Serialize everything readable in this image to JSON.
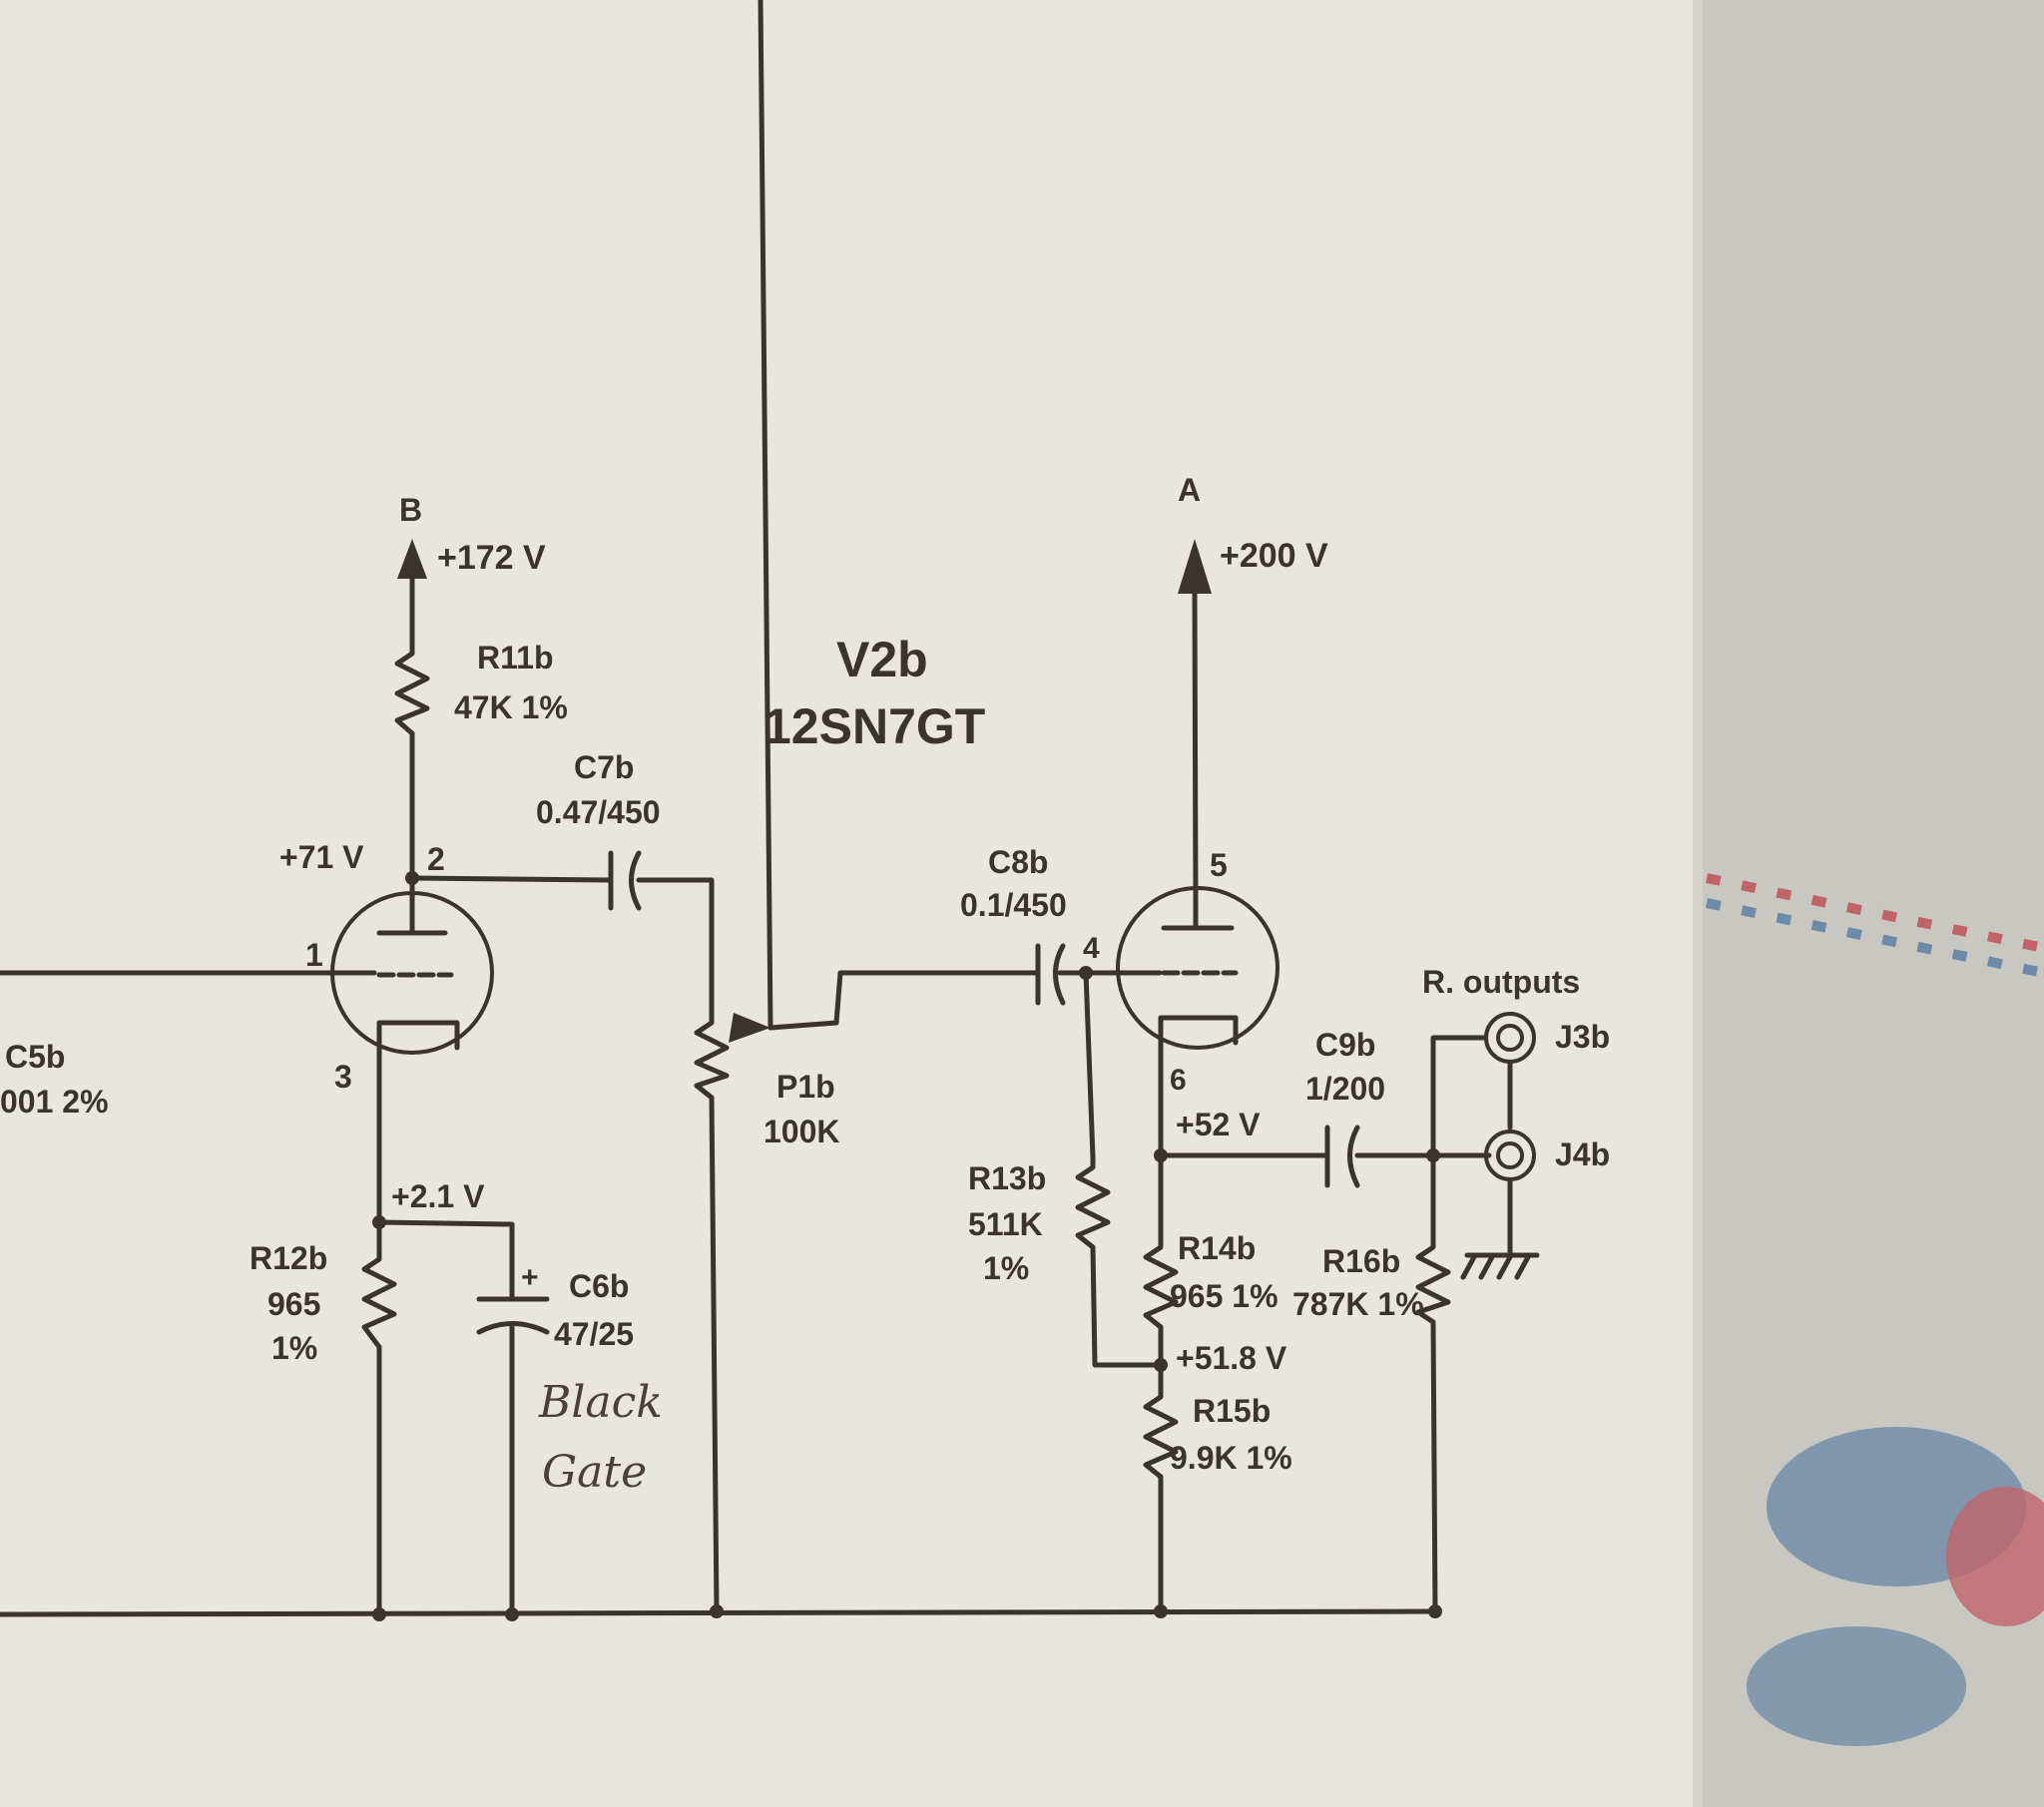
{
  "tube": {
    "name": "V2b",
    "type": "12SN7GT"
  },
  "rails": {
    "b": {
      "node": "B",
      "voltage": "+172 V"
    },
    "a": {
      "node": "A",
      "voltage": "+200 V"
    }
  },
  "nodes": {
    "plate1_voltage": "+71 V",
    "cathode1_voltage": "+2.1 V",
    "cathode2_voltage": "+52 V",
    "divider_voltage": "+51.8 V"
  },
  "pins": {
    "p1": "1",
    "p2": "2",
    "p3": "3",
    "p4": "4",
    "p5": "5",
    "p6": "6"
  },
  "components": {
    "c5b": {
      "ref": "C5b",
      "value": "001 2%"
    },
    "r11b": {
      "ref": "R11b",
      "value": "47K 1%"
    },
    "c7b": {
      "ref": "C7b",
      "value": "0.47/450"
    },
    "p1b": {
      "ref": "P1b",
      "value": "100K"
    },
    "c8b": {
      "ref": "C8b",
      "value": "0.1/450"
    },
    "r12b": {
      "ref": "R12b",
      "value": "965",
      "tolerance": "1%"
    },
    "c6b": {
      "ref": "C6b",
      "value": "47/25",
      "polarity": "+"
    },
    "r13b": {
      "ref": "R13b",
      "value": "511K",
      "tolerance": "1%"
    },
    "r14b": {
      "ref": "R14b",
      "value": "965 1%"
    },
    "r15b": {
      "ref": "R15b",
      "value": "9.9K 1%"
    },
    "r16b": {
      "ref": "R16b",
      "value": "787K 1%"
    },
    "c9b": {
      "ref": "C9b",
      "value": "1/200"
    }
  },
  "outputs": {
    "title": "R. outputs",
    "j3b": "J3b",
    "j4b": "J4b"
  },
  "handwritten_note": {
    "line1": "Black",
    "line2": "Gate"
  },
  "colors": {
    "paper": "#e9e6e0",
    "ink": "#3a3330",
    "fabric": "#c9c7c1",
    "stitch_blue": "#6d8aa6",
    "stitch_red": "#c0646a"
  }
}
